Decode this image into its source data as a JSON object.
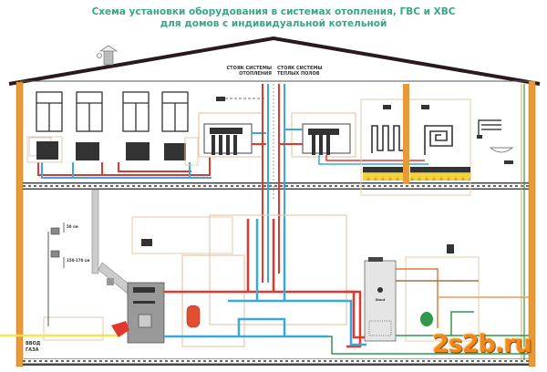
{
  "title": {
    "line1": "Схема установки оборудования в системах отопления, ГВС и ХВС",
    "line2": "для домов с индивидуальной котельной"
  },
  "risers": {
    "heating": {
      "line1": "СТОЯК СИСТЕМЫ",
      "line2": "ОТОПЛЕНИЯ"
    },
    "floor": {
      "line1": "СТОЯК СИСТЕМЫ",
      "line2": "ТЕПЛЫХ ПОЛОВ"
    }
  },
  "gas": {
    "inlet_line1": "ВВОД",
    "inlet_line2": "ГАЗА",
    "height_upper": "50 см",
    "height_lower": "150-170 см"
  },
  "boiler_brand": "Stout",
  "watermark": "2s2b.ru",
  "colors": {
    "title": "#3aa58a",
    "hot_pipe": "#e0382c",
    "cold_pipe": "#39a8dc",
    "cold_water": "#2e9a4a",
    "gas_pipe": "#f3e64a",
    "wall": "#e69a3a",
    "floor_slab": "#555555",
    "zone_frame": "#e8c9a8"
  }
}
